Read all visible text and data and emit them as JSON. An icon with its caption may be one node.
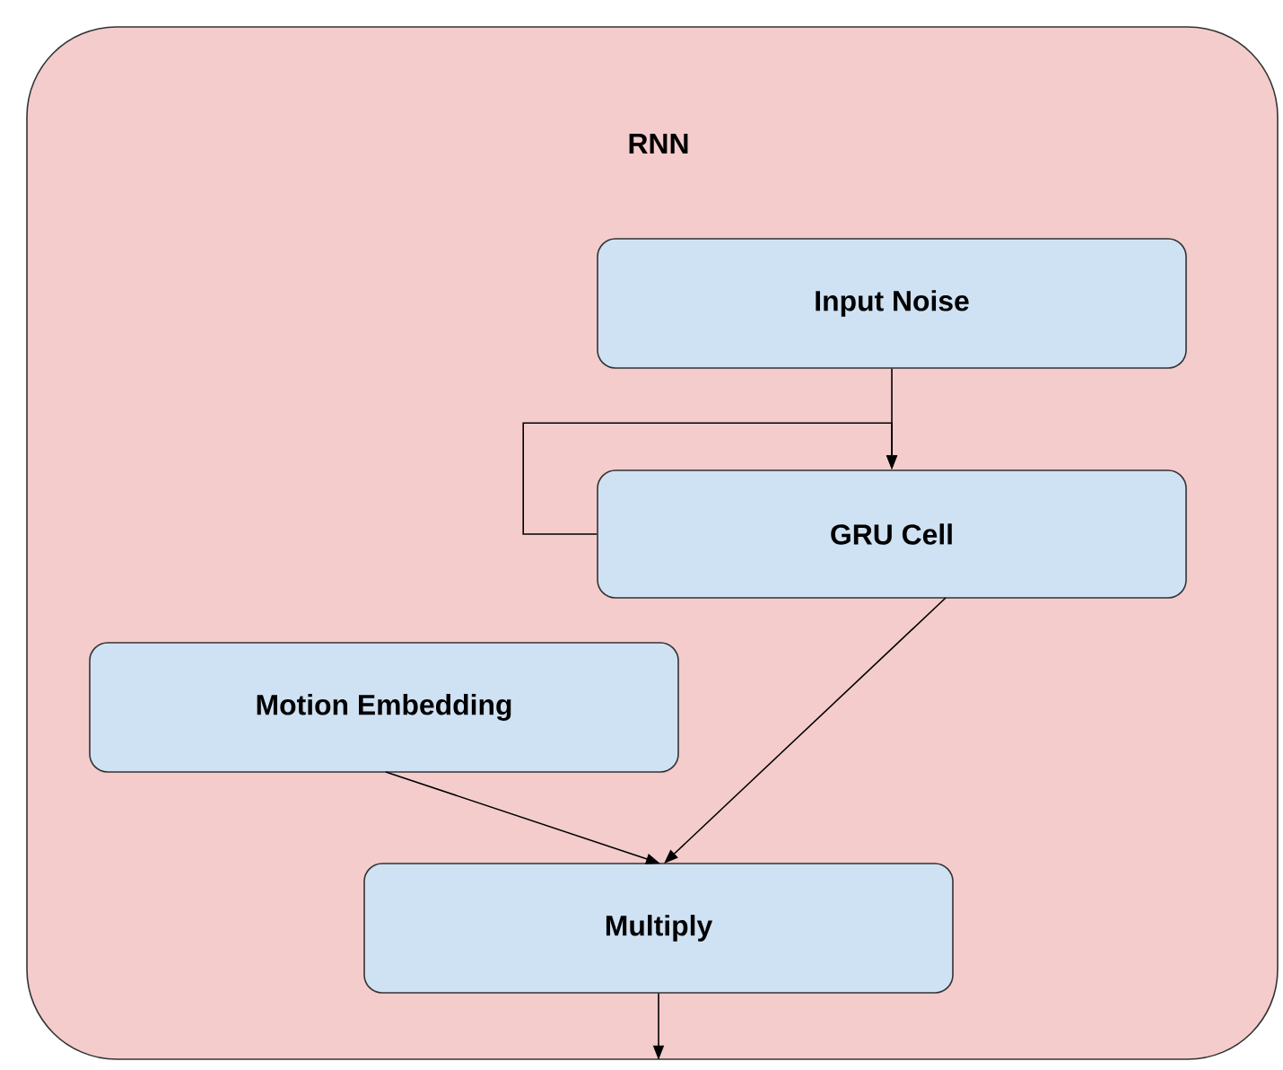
{
  "diagram": {
    "nodes": [
      {
        "text": [
          "RNN"
        ]
      },
      {
        "text": [
          "Input Noise"
        ],
        "in": 0
      },
      {
        "text": [
          "GRU Cell"
        ],
        "in": 0
      },
      {
        "text": [
          "Motion Embedding"
        ],
        "in": 0
      },
      {
        "text": [
          "Multiply"
        ],
        "in": 0
      }
    ],
    "edges": [
      {
        "from": 1,
        "to": 2,
        "arrow": "to"
      },
      {
        "from": 2,
        "to": 2,
        "arrow": "to"
      },
      {
        "from": 2,
        "to": 4,
        "arrow": "to"
      },
      {
        "from": 3,
        "to": 4,
        "arrow": "to"
      },
      {
        "from": 4,
        "to": null,
        "arrow": "to"
      }
    ]
  }
}
